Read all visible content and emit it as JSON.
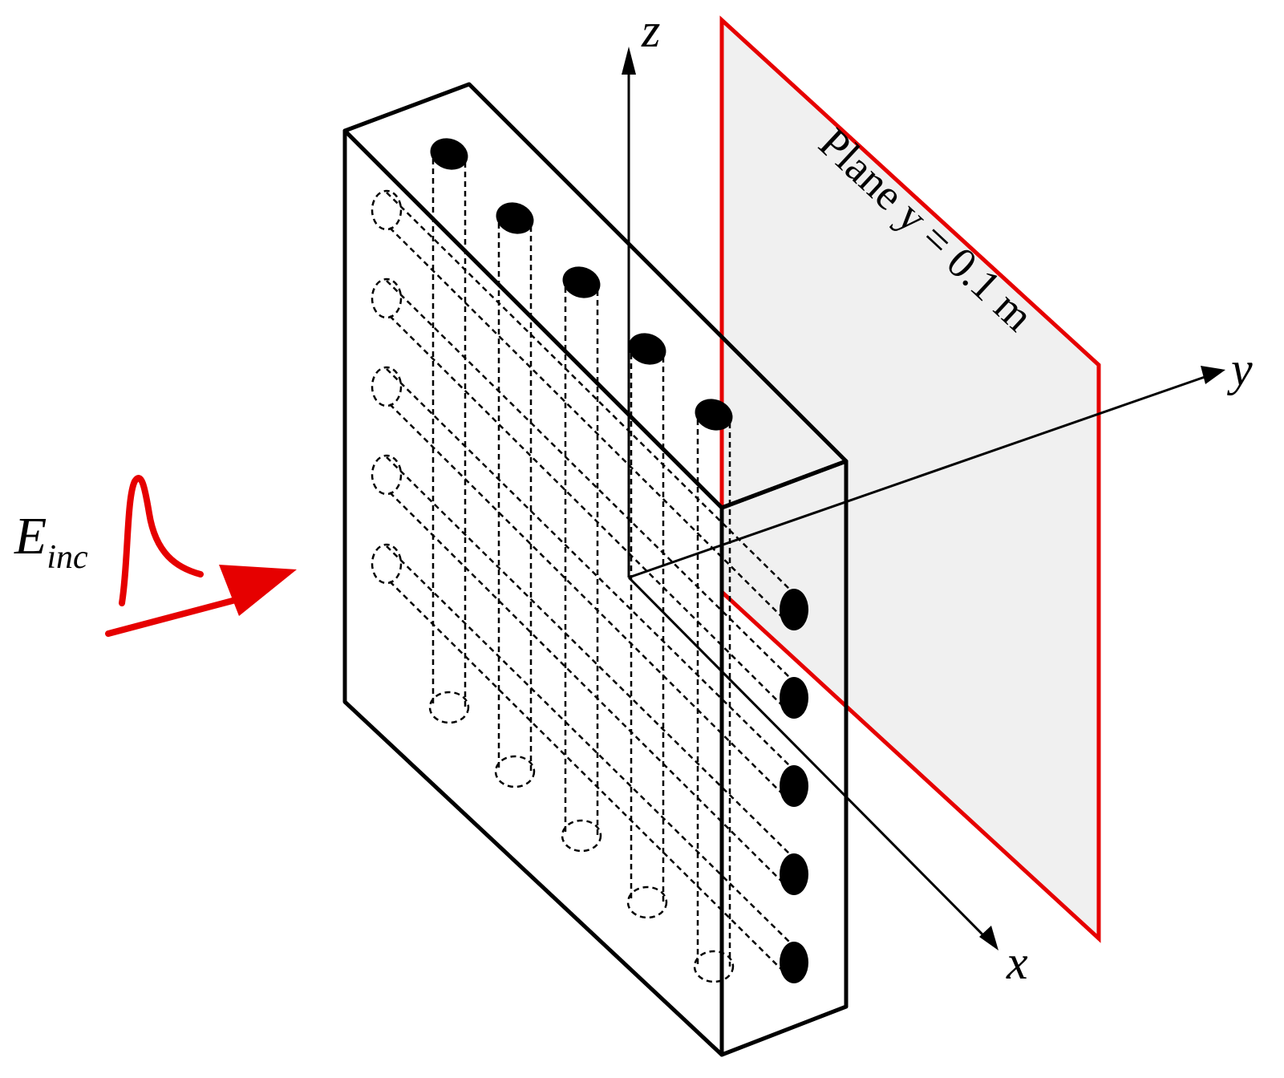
{
  "figure": {
    "axes": {
      "x": "x",
      "y": "y",
      "z": "z"
    },
    "plane_label": "Plane y = 0.1 m",
    "incident_field": {
      "symbol": "E",
      "subscript": "inc"
    },
    "colors": {
      "highlight": "#e60000",
      "plane_fill": "#f0f0f0",
      "line": "#000000"
    },
    "rods": {
      "vertical_count": 5,
      "horizontal_count": 5
    }
  }
}
